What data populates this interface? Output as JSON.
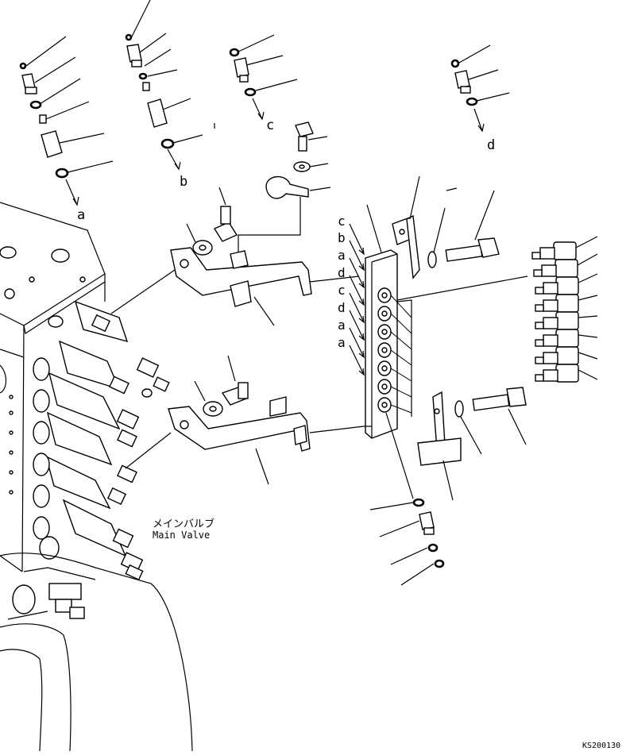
{
  "callouts": {
    "a": "a",
    "b": "b",
    "c": "c",
    "d": "d",
    "stack": [
      "c",
      "b",
      "a",
      "d",
      "c",
      "d",
      "a",
      "a"
    ]
  },
  "labels": {
    "main_valve_jp": "メインバルブ",
    "main_valve_en": "Main Valve",
    "drawing_code": "KS200130"
  }
}
